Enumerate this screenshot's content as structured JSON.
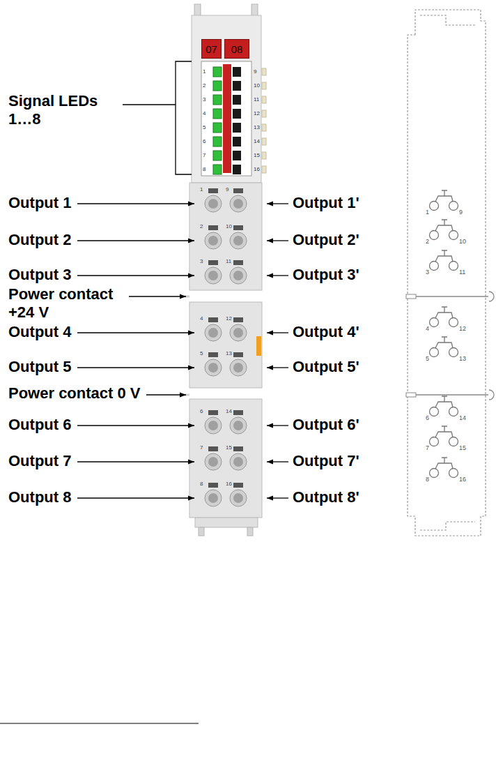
{
  "diagram": {
    "nodes": [
      {
        "text": [
          "07"
        ]
      },
      {
        "text": [
          "08"
        ]
      }
    ],
    "labels": [
      "Signal LEDs 1…8",
      "Output 1",
      "Output 1'",
      "Output 2",
      "Output 2'",
      "Output 3",
      "Output 3'",
      "Power contact +24 V",
      "Output 4",
      "Output 4'",
      "Output 5",
      "Output 5'",
      "Power contact 0 V",
      "Output 6",
      "Output 6'",
      "Output 7",
      "Output 7'",
      "Output 8",
      "Output 8'",
      "1",
      "9",
      "2",
      "10",
      "3",
      "11",
      "4",
      "12",
      "5",
      "13",
      "6",
      "14",
      "7",
      "15",
      "8",
      "16",
      "1",
      "9",
      "2",
      "10",
      "3",
      "11",
      "4",
      "12",
      "5",
      "13",
      "6",
      "14",
      "7",
      "15",
      "8",
      "16",
      "1",
      "9",
      "2",
      "10",
      "3",
      "11",
      "4",
      "12",
      "5",
      "13",
      "6",
      "14",
      "7",
      "15",
      "8",
      "16"
    ]
  }
}
